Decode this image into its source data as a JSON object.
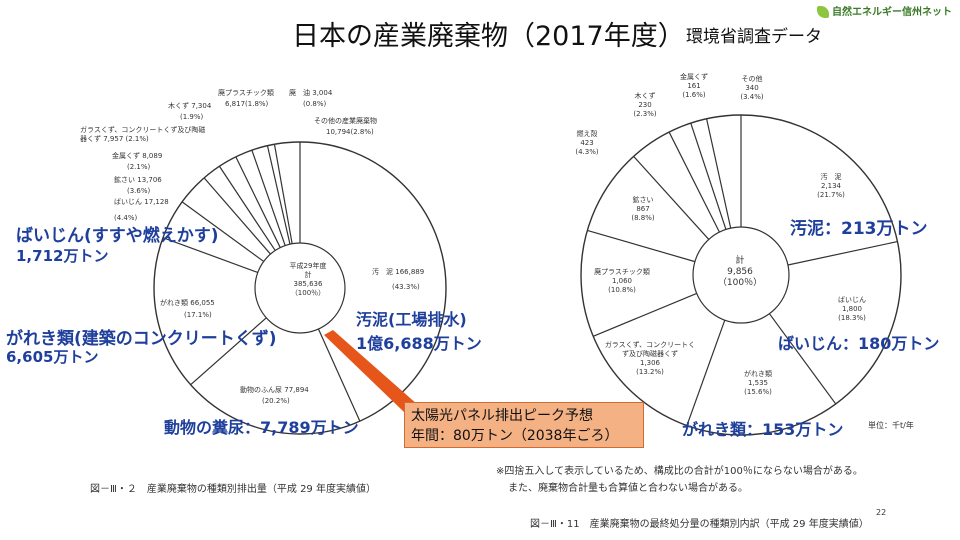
{
  "header": {
    "title": "日本の産業廃棄物（2017年度）",
    "subtitle": "環境省調査データ",
    "logo": "自然エネルギー信州ネット"
  },
  "colors": {
    "accent": "#1f3f9c",
    "callout_bg": "#f4b183",
    "callout_border": "#d46a2e",
    "wedge": "#e6551a"
  },
  "chart_data": [
    {
      "type": "pie",
      "title": "図－Ⅲ・２　産業廃棄物の種類別排出量（平成 29 年度実績値）",
      "center": [
        "平成29年度",
        "計",
        "385,636",
        "（100％）"
      ],
      "slices": [
        {
          "label": "汚　泥",
          "value": 166889,
          "value_text": "166,889",
          "pct": "(43.3%)"
        },
        {
          "label": "動物のふん尿",
          "value": 77894,
          "value_text": "77,894",
          "pct": "(20.2%)"
        },
        {
          "label": "がれき類",
          "value": 66055,
          "value_text": "66,055",
          "pct": "(17.1%)"
        },
        {
          "label": "ばいじん",
          "value": 17128,
          "value_text": "17,128",
          "pct": "(4.4%)"
        },
        {
          "label": "鉱さい",
          "value": 13706,
          "value_text": "13,706",
          "pct": "(3.6%)"
        },
        {
          "label": "金属くず",
          "value": 8089,
          "value_text": "8,089",
          "pct": "(2.1%)"
        },
        {
          "label": "ガラスくず、コンクリートくず及び陶磁器くず",
          "value": 7957,
          "value_text": "7,957",
          "pct": "(2.1%)"
        },
        {
          "label": "木くず",
          "value": 7304,
          "value_text": "7,304",
          "pct": "(1.9%)"
        },
        {
          "label": "廃プラスチック類",
          "value": 6817,
          "value_text": "6,817",
          "pct": "(1.8%)"
        },
        {
          "label": "廃　油",
          "value": 3004,
          "value_text": "3,004",
          "pct": "(0.8%)"
        },
        {
          "label": "その他の産業廃棄物",
          "value": 10794,
          "value_text": "10,794",
          "pct": "(2.8%)"
        }
      ]
    },
    {
      "type": "pie",
      "title": "図－Ⅲ・11　産業廃棄物の最終処分量の種類別内訳（平成 29 年度実績値）",
      "center": [
        "計",
        "9,856",
        "（100％）"
      ],
      "unit": "単位：千t/年",
      "slices": [
        {
          "label": "汚　泥",
          "value": 2134,
          "value_text": "2,134",
          "pct": "(21.7%)"
        },
        {
          "label": "ばいじん",
          "value": 1800,
          "value_text": "1,800",
          "pct": "(18.3%)"
        },
        {
          "label": "がれき類",
          "value": 1535,
          "value_text": "1,535",
          "pct": "(15.6%)"
        },
        {
          "label": "ガラスくず、コンクリートくず及び陶磁器くず",
          "value": 1306,
          "value_text": "1,306",
          "pct": "(13.2%)"
        },
        {
          "label": "廃プラスチック類",
          "value": 1060,
          "value_text": "1,060",
          "pct": "(10.8%)"
        },
        {
          "label": "鉱さい",
          "value": 867,
          "value_text": "867",
          "pct": "(8.8%)"
        },
        {
          "label": "燃え殻",
          "value": 423,
          "value_text": "423",
          "pct": "(4.3%)"
        },
        {
          "label": "木くず",
          "value": 230,
          "value_text": "230",
          "pct": "(2.3%)"
        },
        {
          "label": "金属くず",
          "value": 161,
          "value_text": "161",
          "pct": "(1.6%)"
        },
        {
          "label": "その他",
          "value": 340,
          "value_text": "340",
          "pct": "(3.4%)"
        }
      ]
    }
  ],
  "annotations_left": {
    "baijin": "ばいじん(すすや燃えかす)",
    "baijin_amt": "1,712万トン",
    "gareki": "がれき類(建築のコンクリートくず)",
    "gareki_amt": "6,605万トン",
    "odei": "汚泥(工場排水)",
    "odei_amt": "1億6,688万トン",
    "funnyo": "動物の糞尿：7,789万トン"
  },
  "annotations_right": {
    "odei": "汚泥：213万トン",
    "baijin": "ばいじん：180万トン",
    "gareki": "がれき類：153万トン"
  },
  "callout": {
    "line1": "太陽光パネル排出ピーク予想",
    "line2": "年間：80万トン（2038年ごろ）"
  },
  "notes": {
    "n1": "※四捨五入して表示しているため、構成比の合計が100％にならない場合がある。",
    "n2": "また、廃棄物合計量も合算値と合わない場合がある。",
    "page": "22"
  }
}
